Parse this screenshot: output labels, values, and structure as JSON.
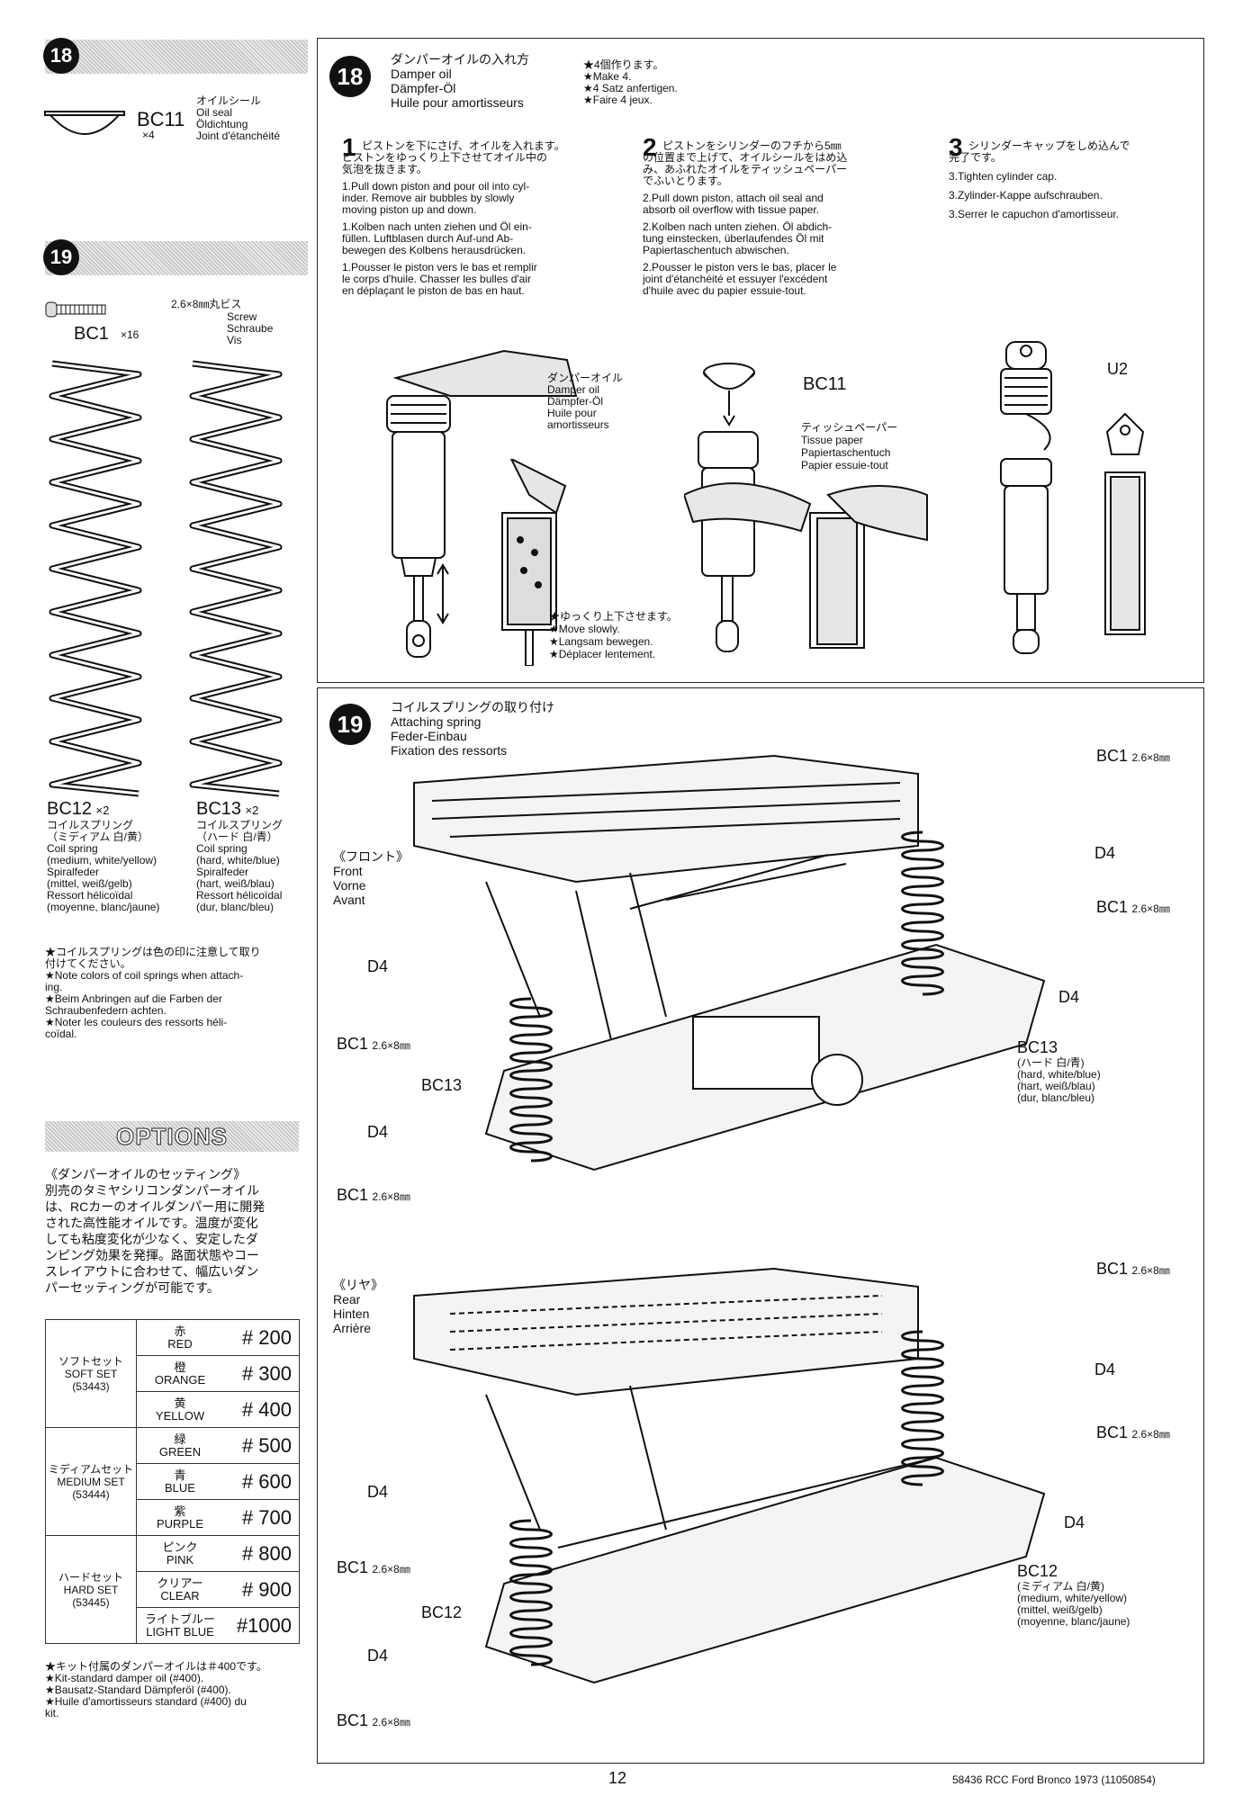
{
  "left": {
    "step18": {
      "badge": "18",
      "part_code": "BC11",
      "qty": "×4",
      "names": [
        "オイルシール",
        "Oil seal",
        "Öldichtung",
        "Joint d'étanchéité"
      ]
    },
    "step19": {
      "badge": "19",
      "part_size": "2.6×8㎜丸ビス",
      "part_names": [
        "Screw",
        "Schraube",
        "Vis"
      ],
      "part_code": "BC1",
      "qty": "×16",
      "springs": [
        {
          "code": "BC12",
          "qty": "×2",
          "lines": [
            "コイルスプリング",
            "（ミディアム 白/黄）",
            "Coil spring",
            "(medium, white/yellow)",
            "Spiralfeder",
            "(mittel, weiß/gelb)",
            "Ressort hélicoïdal",
            "(moyenne, blanc/jaune)"
          ]
        },
        {
          "code": "BC13",
          "qty": "×2",
          "lines": [
            "コイルスプリング",
            "（ハード 白/青）",
            "Coil spring",
            "(hard, white/blue)",
            "Spiralfeder",
            "(hart, weiß/blau)",
            "Ressort hélicoïdal",
            "(dur, blanc/bleu)"
          ]
        }
      ],
      "notes": [
        "★コイルスプリングは色の印に注意して取り",
        "付けてください。",
        "★Note colors of coil springs when attach-",
        "ing.",
        "★Beim Anbringen auf die Farben der",
        "Schraubenfedern achten.",
        "★Noter les couleurs des ressorts héli-",
        "coïdal."
      ]
    },
    "options": {
      "title": "OPTIONS",
      "intro": [
        "《ダンパーオイルのセッティング》",
        "別売のタミヤシリコンダンパーオイル",
        "は、RCカーのオイルダンパー用に開発",
        "された高性能オイルです。温度が変化",
        "しても粘度変化が少なく、安定したダ",
        "ンピング効果を発揮。路面状態やコー",
        "スレイアウトに合わせて、幅広いダン",
        "パーセッティングが可能です。"
      ],
      "sets": [
        {
          "jp": "ソフトセット",
          "en": "SOFT SET",
          "code": "(53443)",
          "rows": [
            {
              "jp": "赤",
              "en": "RED",
              "num": "# 200"
            },
            {
              "jp": "橙",
              "en": "ORANGE",
              "num": "# 300"
            },
            {
              "jp": "黄",
              "en": "YELLOW",
              "num": "# 400"
            }
          ]
        },
        {
          "jp": "ミディアムセット",
          "en": "MEDIUM SET",
          "code": "(53444)",
          "rows": [
            {
              "jp": "緑",
              "en": "GREEN",
              "num": "# 500"
            },
            {
              "jp": "青",
              "en": "BLUE",
              "num": "# 600"
            },
            {
              "jp": "紫",
              "en": "PURPLE",
              "num": "# 700"
            }
          ]
        },
        {
          "jp": "ハードセット",
          "en": "HARD SET",
          "code": "(53445)",
          "rows": [
            {
              "jp": "ピンク",
              "en": "PINK",
              "num": "# 800"
            },
            {
              "jp": "クリアー",
              "en": "CLEAR",
              "num": "# 900"
            },
            {
              "jp": "ライトブルー",
              "en": "LIGHT BLUE",
              "num": "#1000"
            }
          ]
        }
      ],
      "footnotes": [
        "★キット付属のダンパーオイルは＃400です。",
        "★Kit-standard damper oil (#400).",
        "★Bausatz-Standard Dämpferöl (#400).",
        "★Huile d'amortisseurs standard (#400) du",
        "kit."
      ]
    }
  },
  "step18": {
    "badge": "18",
    "title": [
      "ダンパーオイルの入れ方",
      "Damper oil",
      "Dämpfer-Öl",
      "Huile pour amortisseurs"
    ],
    "make": [
      "★4個作ります。",
      "★Make 4.",
      "★4 Satz anfertigen.",
      "★Faire 4 jeux."
    ],
    "steps": [
      {
        "num": "1",
        "lines": [
          "ピストンを下にさげ、オイルを入れます。",
          "ピストンをゆっくり上下させてオイル中の",
          "気泡を抜きます。",
          "",
          "1.Pull down piston and pour oil into cyl-",
          "inder. Remove air bubbles by slowly",
          "moving piston up and down.",
          "",
          "1.Kolben nach unten ziehen und Öl ein-",
          "füllen. Luftblasen durch Auf-und Ab-",
          "bewegen des Kolbens herausdrücken.",
          "",
          "1.Pousser le piston vers le bas et remplir",
          "le corps d'huile. Chasser les bulles d'air",
          "en déplaçant le piston de bas en haut."
        ]
      },
      {
        "num": "2",
        "lines": [
          "ピストンをシリンダーのフチから5㎜",
          "の位置まで上げて、オイルシールをはめ込",
          "み、あふれたオイルをティッシュペーパー",
          "でふいとります。",
          "",
          "2.Pull down piston, attach oil seal and",
          "absorb oil overflow with tissue paper.",
          "",
          "2.Kolben nach unten ziehen. Öl abdich-",
          "tung einstecken, überlaufendes Öl mit",
          "Papiertaschentuch abwischen.",
          "",
          "2.Pousser le piston vers le bas, placer le",
          "joint d'étanchéité et essuyer l'excédent",
          "d'huile avec du papier essuie-tout."
        ]
      },
      {
        "num": "3",
        "lines": [
          "シリンダーキャップをしめ込んで",
          "完了です。",
          "",
          "3.Tighten cylinder cap.",
          "",
          "3.Zylinder-Kappe aufschrauben.",
          "",
          "3.Serrer le capuchon d'amortisseur."
        ]
      }
    ],
    "oil_label": [
      "ダンパーオイル",
      "Damper oil",
      "Dämpfer-Öl",
      "Huile pour",
      "amortisseurs"
    ],
    "bc11": "BC11",
    "tissue": [
      "ティッシュペーパー",
      "Tissue paper",
      "Papiertaschentuch",
      "Papier essuie-tout"
    ],
    "u2": "U2",
    "slowly": [
      "★ゆっくり上下させます。",
      "★Move slowly.",
      "★Langsam bewegen.",
      "★Déplacer lentement."
    ]
  },
  "step19": {
    "badge": "19",
    "title": [
      "コイルスプリングの取り付け",
      "Attaching spring",
      "Feder-Einbau",
      "Fixation des ressorts"
    ],
    "front": [
      "《フロント》",
      "Front",
      "Vorne",
      "Avant"
    ],
    "rear": [
      "《リヤ》",
      "Rear",
      "Hinten",
      "Arrière"
    ],
    "bc1": "BC1",
    "bc1_size": "2.6×8㎜",
    "d4": "D4",
    "bc13": "BC13",
    "bc12": "BC12",
    "bc13_desc": [
      "(ハード 白/青)",
      "(hard, white/blue)",
      "(hart, weiß/blau)",
      "(dur, blanc/bleu)"
    ],
    "bc12_desc": [
      "(ミディアム 白/黄)",
      "(medium, white/yellow)",
      "(mittel, weiß/gelb)",
      "(moyenne, blanc/jaune)"
    ]
  },
  "footer": {
    "page": "12",
    "code": "58436 RCC Ford Bronco 1973 (11050854)"
  }
}
